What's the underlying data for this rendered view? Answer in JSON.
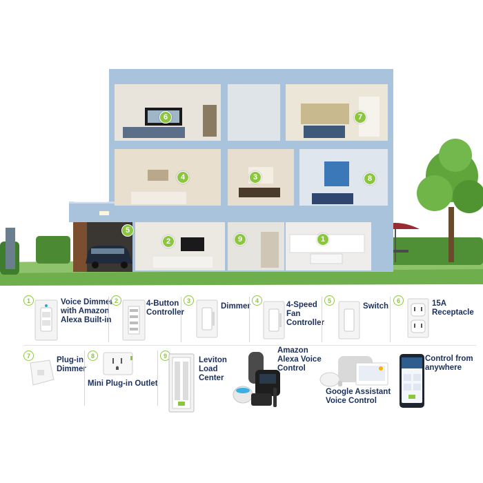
{
  "house": {
    "room_badges": [
      {
        "number": "6",
        "room": "living-room-upper"
      },
      {
        "number": "7",
        "room": "study-upper"
      },
      {
        "number": "4",
        "room": "master-bedroom"
      },
      {
        "number": "3",
        "room": "bathroom"
      },
      {
        "number": "8",
        "room": "kids-bedroom"
      },
      {
        "number": "5",
        "room": "carport"
      },
      {
        "number": "2",
        "room": "ground-living-room"
      },
      {
        "number": "9",
        "room": "hallway"
      },
      {
        "number": "1",
        "room": "kitchen"
      }
    ]
  },
  "legend": {
    "items": [
      {
        "number": "1",
        "label": "Voice Dimmer\nwith Amazon\nAlexa Built-in"
      },
      {
        "number": "2",
        "label": "4-Button\nController"
      },
      {
        "number": "3",
        "label": "Dimmer"
      },
      {
        "number": "4",
        "label": "4-Speed\nFan\nController"
      },
      {
        "number": "5",
        "label": "Switch"
      },
      {
        "number": "6",
        "label": "15A\nReceptacle"
      },
      {
        "number": "7",
        "label": "Plug-in\nDimmer"
      },
      {
        "number": "8",
        "label": "Mini Plug-in Outlet"
      },
      {
        "number": "9",
        "label": "Leviton\nLoad\nCenter"
      }
    ],
    "alexa_label": "Amazon\nAlexa Voice\nControl",
    "google_label": "Google Assistant\nVoice Control",
    "anywhere_label": "Control from\nanywhere"
  },
  "colors": {
    "accent_green": "#8cc63f",
    "label_navy": "#1b2f5e",
    "house_frame": "#a9c3dc"
  }
}
